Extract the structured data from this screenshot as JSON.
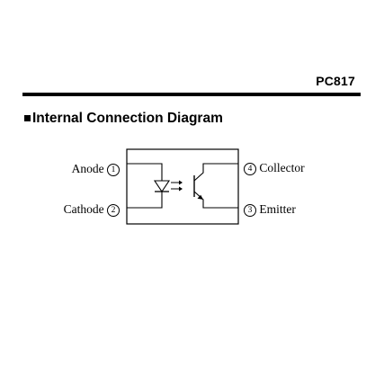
{
  "header": {
    "part_number": "PC817"
  },
  "section": {
    "title": "Internal Connection Diagram"
  },
  "pins": {
    "anode": {
      "name": "Anode",
      "number": "1"
    },
    "cathode": {
      "name": "Cathode",
      "number": "2"
    },
    "collector": {
      "name": "Collector",
      "number": "4"
    },
    "emitter": {
      "name": "Emitter",
      "number": "3"
    }
  },
  "symbols": {
    "emitter_side": "led-icon",
    "detector_side": "phototransistor-icon"
  }
}
